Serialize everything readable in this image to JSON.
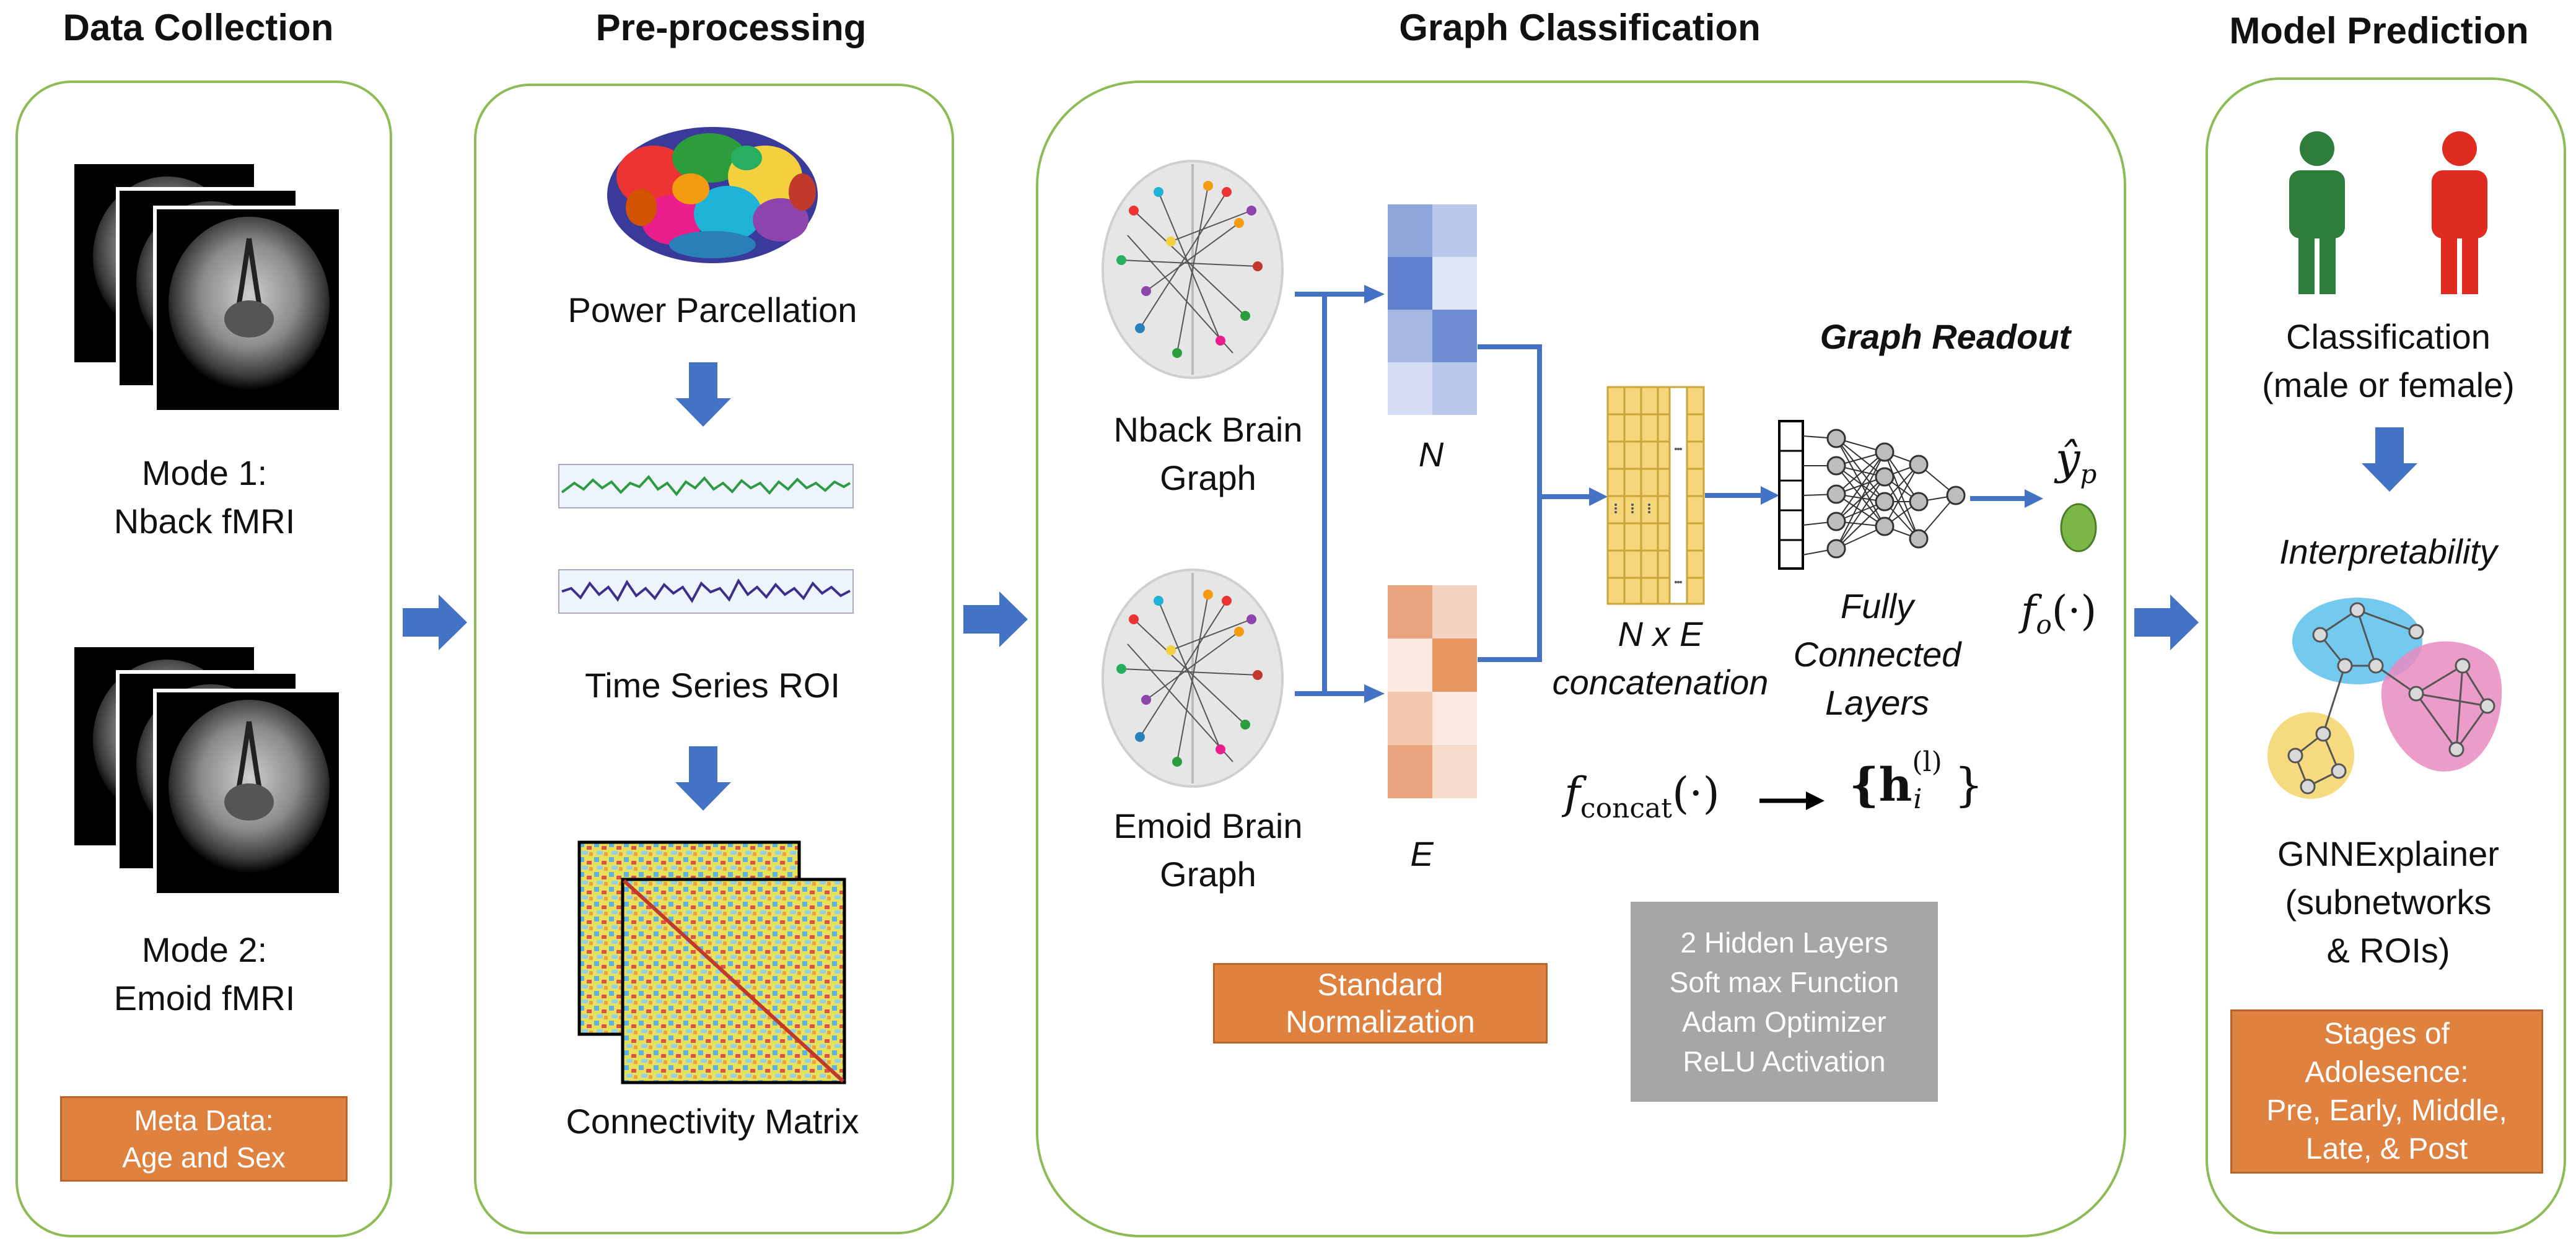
{
  "headers": {
    "data_collection": "Data Collection",
    "preprocessing": "Pre-processing",
    "graph_classification": "Graph Classification",
    "model_prediction": "Model Prediction"
  },
  "data_collection": {
    "mode1_line1": "Mode 1:",
    "mode1_line2": "Nback fMRI",
    "mode2_line1": "Mode 2:",
    "mode2_line2": "Emoid fMRI",
    "meta_line1": "Meta Data:",
    "meta_line2": "Age and Sex"
  },
  "preprocessing": {
    "parcellation": "Power Parcellation",
    "timeseries": "Time Series ROI",
    "connectivity": "Connectivity Matrix"
  },
  "graph_classification": {
    "nback_line1": "Nback Brain",
    "nback_line2": "Graph",
    "emoid_line1": "Emoid Brain",
    "emoid_line2": "Graph",
    "n_label": "N",
    "e_label": "E",
    "concat_line1": "N x E",
    "concat_line2": "concatenation",
    "graph_readout": "Graph Readout",
    "fc_line1": "Fully",
    "fc_line2": "Connected",
    "fc_line3": "Layers",
    "std_line1": "Standard",
    "std_line2": "Normalization",
    "hidden": [
      "2 Hidden Layers",
      "Soft max Function",
      "Adam Optimizer",
      "ReLU Activation"
    ],
    "math_concat_f": "f",
    "math_concat_sub": "concat",
    "math_concat_arg": "(·)",
    "math_h": "{h",
    "math_h_sup": "(l)",
    "math_h_sub": "i",
    "math_h_close": "}",
    "math_yhat": "ŷ",
    "math_yhat_sub": "p",
    "math_fo": "f",
    "math_fo_sub": "o",
    "math_fo_arg": "(·)"
  },
  "model_prediction": {
    "class_line1": "Classification",
    "class_line2": "(male or female)",
    "interpretability": "Interpretability",
    "gnn_line1": "GNNExplainer",
    "gnn_line2": "(subnetworks",
    "gnn_line3": "& ROIs)",
    "stages": [
      "Stages of",
      "Adolesence:",
      "Pre, Early, Middle,",
      "Late, & Post"
    ]
  },
  "colors": {
    "panel_border": "#8dbb55",
    "arrow_blue": "#4472c4",
    "orange": "#e0823f",
    "gray": "#a6a6a6",
    "male_green": "#2e7d3a",
    "female_red": "#e02b20"
  }
}
